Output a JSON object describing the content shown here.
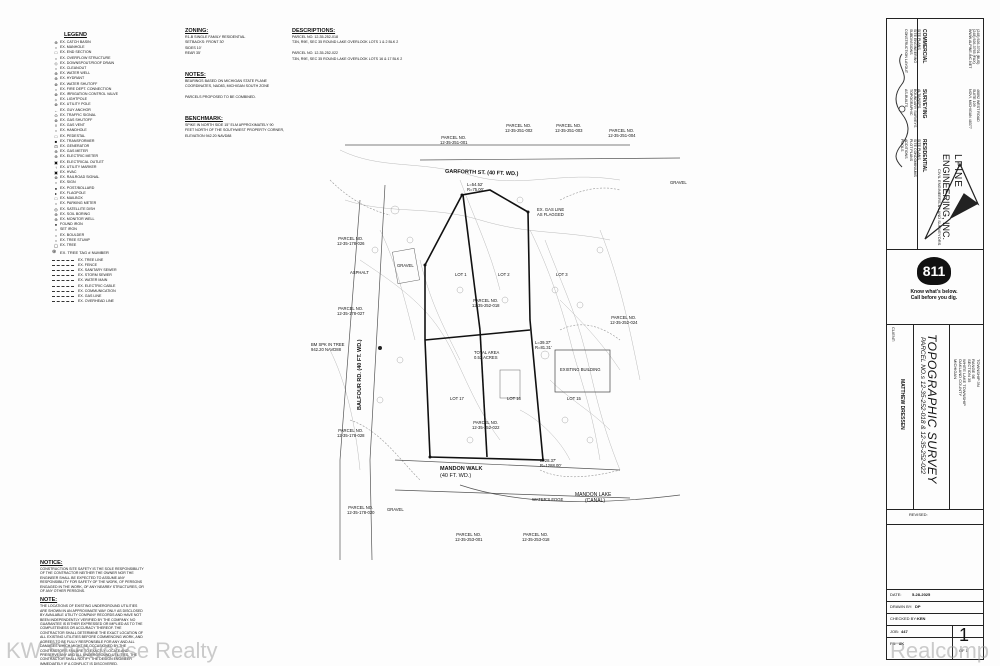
{
  "legend": {
    "title": "LEGEND",
    "items": [
      {
        "sym": "⊕",
        "label": "EX. CATCH BASIN"
      },
      {
        "sym": "○",
        "label": "EX. MANHOLE"
      },
      {
        "sym": "□",
        "label": "EX. END SECTION"
      },
      {
        "sym": "○",
        "label": "EX. OVERFLOW STRUCTURE"
      },
      {
        "sym": "◇",
        "label": "EX. DOWNSPOUT/ROOF DRAIN"
      },
      {
        "sym": "○",
        "label": "EX. CLEANOUT"
      },
      {
        "sym": "⊕",
        "label": "EX. WATER WELL"
      },
      {
        "sym": "⊕",
        "label": "EX. HYDRANT"
      },
      {
        "sym": "⊗",
        "label": "EX. WATER SHUTOFF"
      },
      {
        "sym": "○",
        "label": "EX. FIRE DEPT. CONNECTION"
      },
      {
        "sym": "⊗",
        "label": "EX. IRRIGATION CONTROL VALVE"
      },
      {
        "sym": "☼",
        "label": "EX. LIGHTPOLE"
      },
      {
        "sym": "⊗",
        "label": "EX. UTILITY POLE"
      },
      {
        "sym": "←",
        "label": "EX. GUY ANCHOR"
      },
      {
        "sym": "⊙",
        "label": "EX. TRAFFIC SIGNAL"
      },
      {
        "sym": "⊗",
        "label": "EX. GAS SHUTOFF"
      },
      {
        "sym": "◊",
        "label": "EX. GAS VENT"
      },
      {
        "sym": "○",
        "label": "EX. HANDHOLE"
      },
      {
        "sym": "□",
        "label": "EX. PEDESTAL"
      },
      {
        "sym": "■",
        "label": "EX. TRANSFORMER"
      },
      {
        "sym": "⊡",
        "label": "EX. GENERATOR"
      },
      {
        "sym": "⊕",
        "label": "EX. GAS METER"
      },
      {
        "sym": "⊕",
        "label": "EX. ELECTRIC METER"
      },
      {
        "sym": "▣",
        "label": "EX. ELECTRICAL OUTLET"
      },
      {
        "sym": "↑",
        "label": "EX. UTILITY MARKER"
      },
      {
        "sym": "▣",
        "label": "EX. HVAC"
      },
      {
        "sym": "⊗",
        "label": "EX. RAILROAD SIGNAL"
      },
      {
        "sym": "○",
        "label": "EX. SIGN"
      },
      {
        "sym": "●",
        "label": "EX. POST/BOLLARD"
      },
      {
        "sym": "▸",
        "label": "EX. FLAGPOLE"
      },
      {
        "sym": "□",
        "label": "EX. MAILBOX"
      },
      {
        "sym": "○",
        "label": "EX. PARKING METER"
      },
      {
        "sym": "◎",
        "label": "EX. SATELLITE DISH"
      },
      {
        "sym": "⊕",
        "label": "EX. SOIL BORING"
      },
      {
        "sym": "⊕",
        "label": "EX. MONITOR WELL"
      },
      {
        "sym": "●",
        "label": "FOUND IRON"
      },
      {
        "sym": "○",
        "label": "SET IRON"
      },
      {
        "sym": "○",
        "label": "EX. BOULDER"
      },
      {
        "sym": "○",
        "label": "EX. TREE STUMP"
      },
      {
        "sym": "◯",
        "label": "EX. TREE"
      }
    ],
    "tag_item": "EX. TREE TAG # NUMBER",
    "line_items": [
      "EX. TREE LINE",
      "EX. FENCE",
      "EX. SANITARY SEWER",
      "EX. STORM SEWER",
      "EX. WATER MAIN",
      "EX. ELECTRIC CABLE",
      "EX. COMMUNICATION",
      "EX. GAS LINE",
      "EX. OVERHEAD LINE"
    ]
  },
  "zoning": {
    "title": "ZONING:",
    "lines": [
      "R1-B SINGLE FAMILY RESIDENTIAL",
      "SETBACKS: FRONT 30'",
      "SIDES 10'",
      "REAR 35'"
    ]
  },
  "notes": {
    "title": "NOTES:",
    "lines": [
      "BEARINGS BASED ON MICHIGAN STATE PLANE",
      "COORDINATES, NAD83, MICHIGAN SOUTH ZONE",
      "",
      "PARCELS PROPOSED TO BE COMBINED."
    ]
  },
  "benchmark": {
    "title": "BENCHMARK:",
    "lines": [
      "SPIKE IN NORTH SIDE 15\" ELM APPROXIMATELY 90",
      "FEET NORTH OF THE SOUTHWEST PROPERTY CORNER,",
      "ELEVATION 942.20 NAVD88"
    ]
  },
  "descriptions": {
    "title": "DESCRIPTIONS:",
    "lines": [
      "PARCEL NO. 12-35-252-018",
      "T3N, R9E, SEC 35 ROUND LAKE OVERLOOK LOTS 1 & 2 BLK 2",
      "",
      "PARCEL NO. 12-35-252-022",
      "T3N, R9E, SEC 35 ROUND LAKE OVERLOOK LOTS 16 & 17 BLK 2"
    ]
  },
  "notice": {
    "title": "NOTICE:",
    "p1": "CONSTRUCTION SITE SAFETY IS THE SOLE RESPONSIBILITY OF THE CONTRACTOR NEITHER THE OWNER NOR THE ENGINEER SHALL BE EXPECTED TO ASSUME ANY RESPONSIBILITY FOR SAFETY OF THE WORK, OF PERSONS ENGAGED IN THE WORK, OF ANY NEARBY STRUCTURES, OR OF ANY OTHER PERSONS.",
    "title2": "NOTE:",
    "p2": "THE LOCATIONS OF EXISTING UNDERGROUND UTILITIES ARE SHOWN IN AN APPROXIMATE WAY ONLY AS DISCLOSED BY AVAILABLE UTILITY COMPANY RECORDS AND HAVE NOT BEEN INDEPENDENTLY VERIFIED BY THE COMPANY. NO GUARANTEE IS EITHER EXPRESSED OR IMPLIED AS TO THE COMPLETENESS OR ACCURACY THEREOF. THE CONTRACTOR SHALL DETERMINE THE EXACT LOCATION OF ALL EXISTING UTILITIES BEFORE COMMENCING WORK, AND AGREES TO BE FULLY RESPONSIBLE FOR ANY AND ALL DAMAGES WHICH MIGHT BE OCCASIONED BY THE CONTRACTOR'S FAILURE TO EXACTLY LOCATE AND PRESERVE ANY AND ALL UNDERGROUND UTILITIES. THE CONTRACTOR SHALL NOTIFY THE DESIGN ENGINEER IMMEDIATELY IF A CONFLICT IS DISCOVERED."
  },
  "map": {
    "streets": {
      "garforth": "GARFORTH ST. (40 FT. WD.)",
      "balfour": "BALFOUR RD. (40 FT. WD.)",
      "mandon_walk_1": "MANDON WALK",
      "mandon_walk_2": "(40 FT. WD.)",
      "mandon_lake_1": "MANDON LAKE",
      "mandon_lake_2": "(CANAL)"
    },
    "parcels": [
      {
        "id": "p1",
        "l1": "PARCEL NO.",
        "l2": "12-35-251-001"
      },
      {
        "id": "p2",
        "l1": "PARCEL NO.",
        "l2": "12-35-251-002"
      },
      {
        "id": "p3",
        "l1": "PARCEL NO.",
        "l2": "12-35-251-003"
      },
      {
        "id": "p4",
        "l1": "PARCEL NO.",
        "l2": "12-35-251-004"
      },
      {
        "id": "p5",
        "l1": "PARCEL NO.",
        "l2": "12-35-178-026"
      },
      {
        "id": "p6",
        "l1": "PARCEL NO.",
        "l2": "12-35-178-027"
      },
      {
        "id": "p7",
        "l1": "PARCEL NO.",
        "l2": "12-35-252-024"
      },
      {
        "id": "p8",
        "l1": "PARCEL NO.",
        "l2": "12-35-178-028"
      },
      {
        "id": "p9",
        "l1": "PARCEL NO.",
        "l2": "12-35-178-020"
      },
      {
        "id": "p10",
        "l1": "PARCEL NO.",
        "l2": "12-35-253-001"
      },
      {
        "id": "p11",
        "l1": "PARCEL NO.",
        "l2": "12-35-253-018"
      },
      {
        "id": "p12",
        "l1": "PARCEL NO.",
        "l2": "12-35-252-018"
      },
      {
        "id": "p13",
        "l1": "PARCEL NO.",
        "l2": "12-35-252-022"
      }
    ],
    "lots": [
      "LOT 1",
      "LOT 2",
      "LOT 3",
      "LOT 17",
      "LOT 16",
      "LOT 15"
    ],
    "total_area_1": "TOTAL AREA",
    "total_area_2": "0.52 ACRES",
    "gravel": "GRAVEL",
    "asphalt": "ASPHALT",
    "existing_building": "EXISTING BUILDING",
    "bench_tag": "BM SPK IN TREE",
    "bench_elev": "942.20 NAVD88",
    "ex_gas_line_1": "EX. GAS LINE",
    "ex_gas_line_2": "AS FLAGGED",
    "waters_edge": "WATER'S EDGE",
    "curve1_l": "L=54.52'",
    "curve1_r": "R=75.00'",
    "curve2_l": "L=39.37'",
    "curve2_r": "R=81.31'",
    "curve3_l": "L=28.37'",
    "curve3_r": "R=1288.00'"
  },
  "title_block": {
    "company_1": "LPINE",
    "company_2": "ENGINEERING, INC.",
    "company_3": "CIVIL ENGINEERS & LAND SURVEYORS",
    "residential_title": "RESIDENTIAL",
    "residential_lines": [
      "SITE PLANS",
      "SITE CONDOMINIUMS",
      "PLOT PLANS",
      "ADDITIONS",
      "POOLS"
    ],
    "surveying_title": "SURVEYING",
    "surveying_lines": [
      "ALTA/NSPS",
      "BOUNDARY SURVEYS",
      "TOPOGRAPHIC",
      "AS-BUILTS"
    ],
    "commercial_title": "COMMERCIAL",
    "commercial_lines": [
      "SITE PLANS",
      "SITE ENGINEERING",
      "SUBDIVISIONS",
      "CONSTRUCTION LAYOUT"
    ],
    "address_lines": [
      "46892 WEST ROAD",
      "SUITE 109",
      "NOVI, MICHIGAN 48377"
    ],
    "phone_lines": [
      "(248) 926-3701 (BUS)",
      "(248) 926-3765 (FAX)",
      "WWW.ALPINE-INC.NET"
    ],
    "badge_811": "811",
    "badge_know": "Know what's below.",
    "badge_call": "Call before you dig.",
    "client_label": "CLIENT:",
    "client_name": "MATTHEW DRESSEN",
    "sheet_title": "TOPOGRAPHIC SURVEY",
    "parcel_line": "PARCEL NO.s 12-35-252-018 & 12-35-252-022",
    "township_lines": [
      "TOWNSHIP 3N",
      "RANGE 9E",
      "SECTION 35",
      "WHITE LAKE TOWNSHIP",
      "OAKLAND COUNTY",
      "MICHIGAN"
    ],
    "revised_label": "REVISED:",
    "date_label": "DATE:",
    "date_value": "5-28-2025",
    "drawn_label": "DRAWN BY:",
    "drawn_value": "DP",
    "checked_label": "CHECKED BY:",
    "checked_value": "KEN",
    "job_label": "JOB:",
    "job_value": "447",
    "fb_label": "FB:",
    "fb_value": "8K",
    "sheet_no": "1",
    "sheet_of": "OF 1"
  },
  "watermarks": {
    "left": "KW Showcase Realty",
    "right": "Realcomp"
  }
}
